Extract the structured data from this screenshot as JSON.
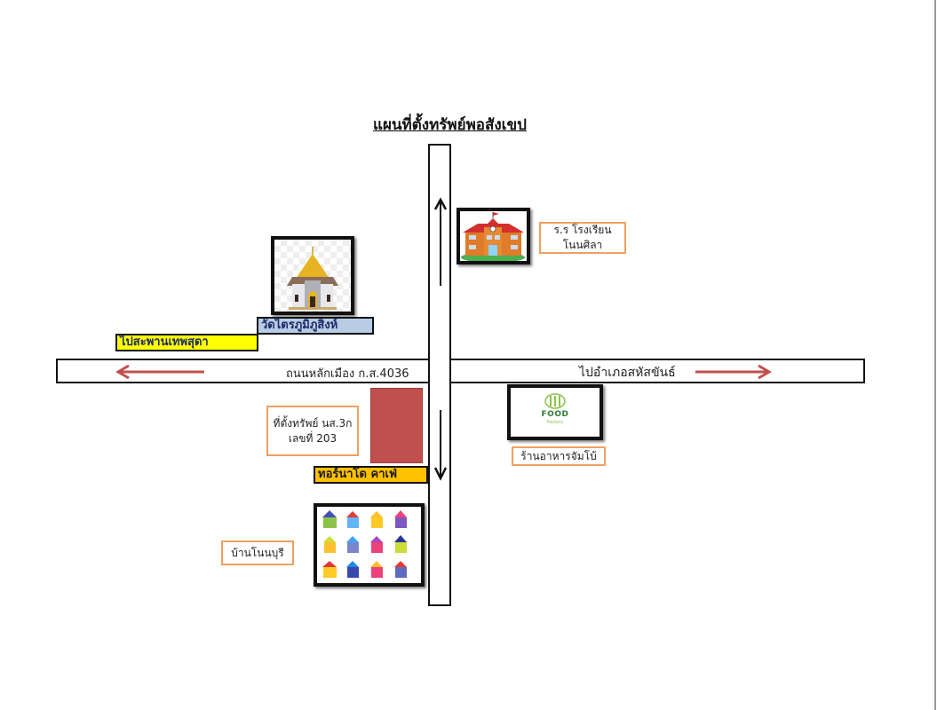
{
  "title": "แผนที่ตั้งทรัพย์พอสังเขป",
  "roads": {
    "main_road_name": "ถนนหลักเมือง ก.ส.4036",
    "direction_left": "ไปสะพานเทพสุดา",
    "direction_right": "ไปอำเภอสหัสขันธ์"
  },
  "landmarks": {
    "temple": {
      "label": "วัดไตรภูมิภูสิงห์",
      "icon": "temple-icon"
    },
    "school": {
      "label_line1": "ร.ร โรงเรียน",
      "label_line2": "โนนศิลา",
      "icon": "school-icon"
    },
    "restaurant": {
      "label": "ร้านอาหารจัมโบ้",
      "logo_text": "FOOD",
      "logo_subtext": "Factory",
      "icon": "food-logo-icon"
    },
    "cafe": {
      "label": "ทอร์นาโด คาเฟ่"
    },
    "village": {
      "label": "บ้านโนนบุรี",
      "icon": "houses-icon"
    },
    "property": {
      "label_line1": "ที่ตั้งทรัพย์ นส.3ก",
      "label_line2": "เลขที่ 203"
    }
  },
  "colors": {
    "property_marker": "#c0504d",
    "direction_arrow": "#c0504d",
    "left_direction_bg": "#ffff00",
    "temple_label_bg": "#b8cce4",
    "cafe_label_bg": "#ffc000",
    "callout_border": "#f0a060"
  }
}
